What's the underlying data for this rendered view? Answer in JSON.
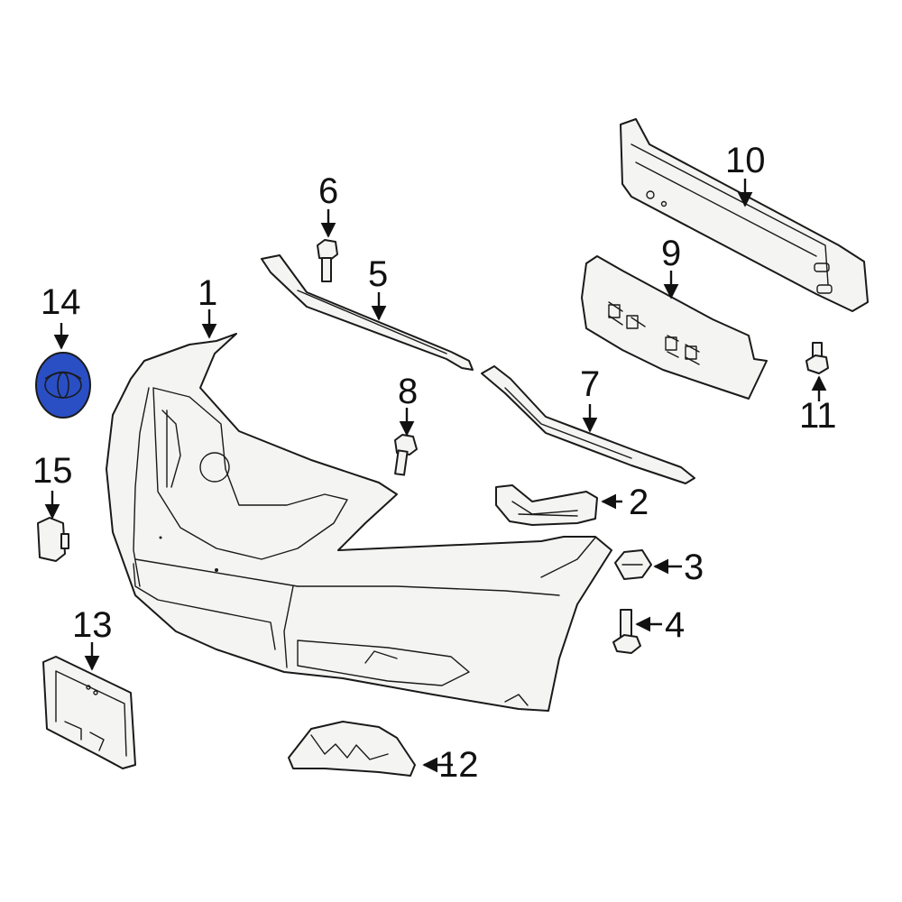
{
  "diagram": {
    "highlight_color": "#2a4fc4",
    "outline_color": "#1a1a1a",
    "callouts": [
      {
        "id": "c1",
        "label": "1"
      },
      {
        "id": "c2",
        "label": "2"
      },
      {
        "id": "c3",
        "label": "3"
      },
      {
        "id": "c4",
        "label": "4"
      },
      {
        "id": "c5",
        "label": "5"
      },
      {
        "id": "c6",
        "label": "6"
      },
      {
        "id": "c7",
        "label": "7"
      },
      {
        "id": "c8",
        "label": "8"
      },
      {
        "id": "c9",
        "label": "9"
      },
      {
        "id": "c10",
        "label": "10"
      },
      {
        "id": "c11",
        "label": "11"
      },
      {
        "id": "c12",
        "label": "12"
      },
      {
        "id": "c13",
        "label": "13"
      },
      {
        "id": "c14",
        "label": "14"
      },
      {
        "id": "c15",
        "label": "15"
      }
    ]
  }
}
